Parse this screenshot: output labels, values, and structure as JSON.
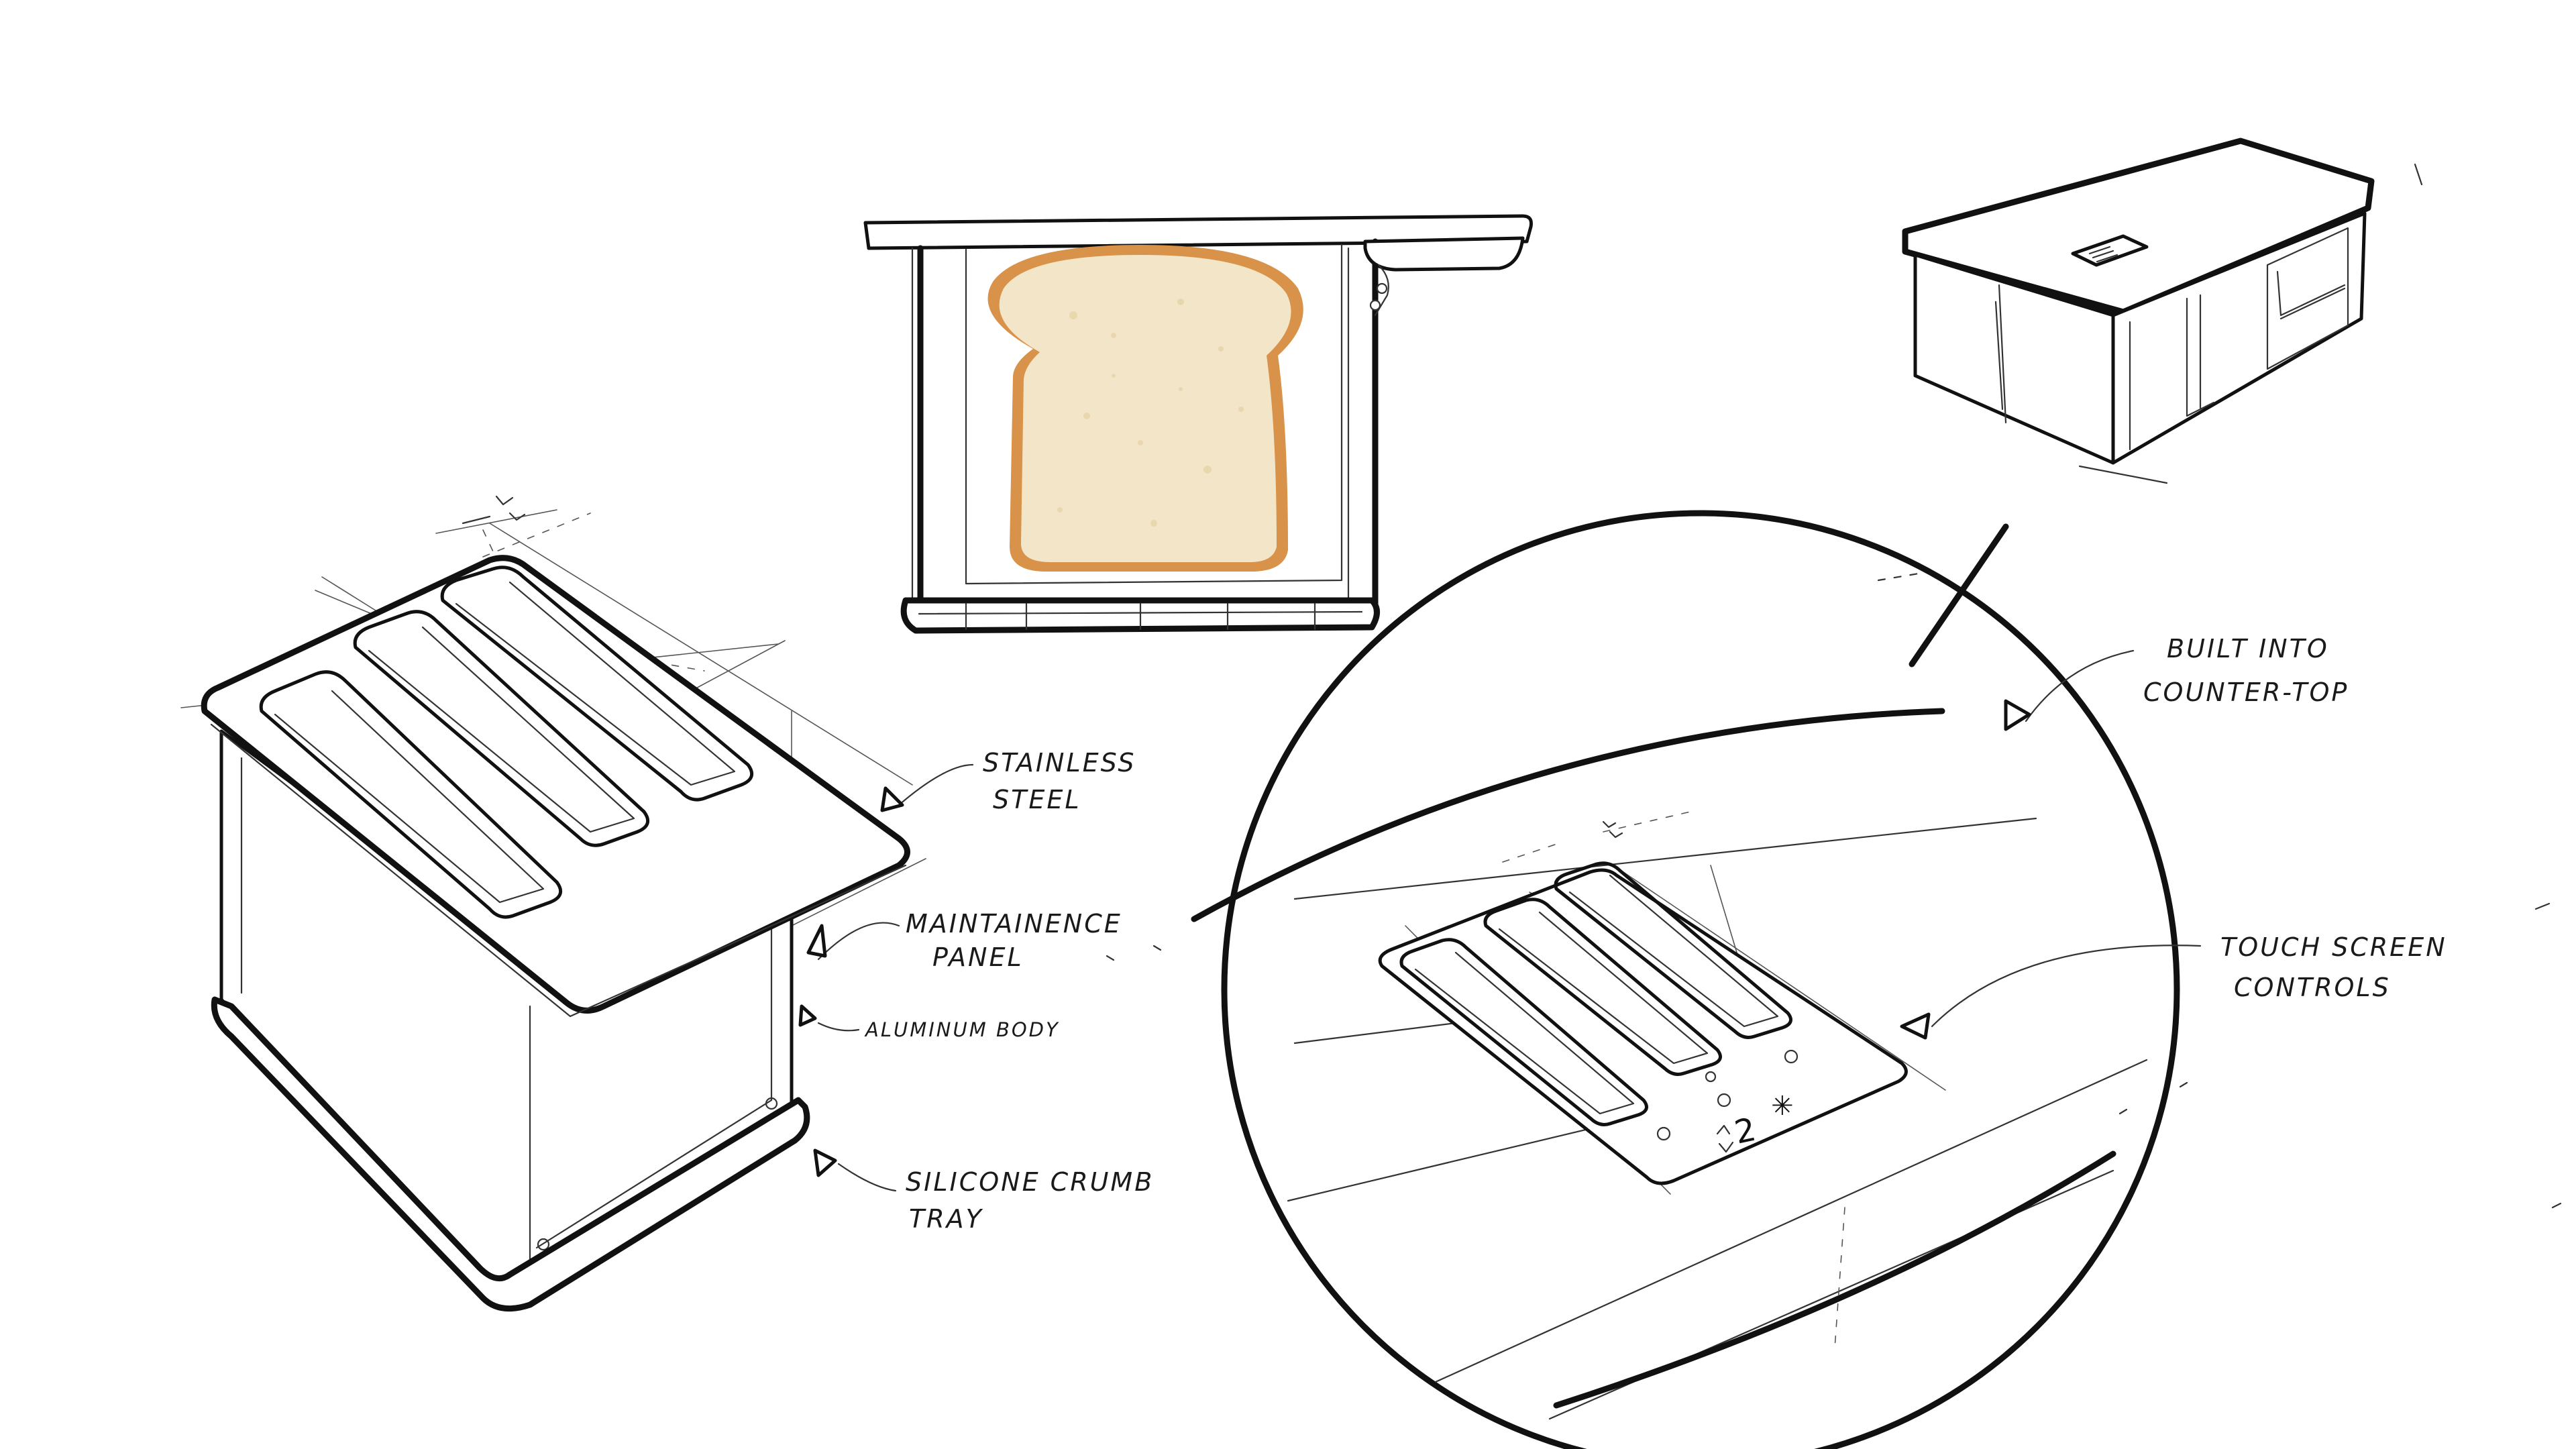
{
  "annotations": {
    "stainless_steel": [
      "STAINLESS",
      "STEEL"
    ],
    "maintenance_panel": [
      "MAINTAINENCE",
      "PANEL"
    ],
    "aluminum_body": "ALUMINUM BODY",
    "silicone_crumb_tray": [
      "SILICONE CRUMB",
      "TRAY"
    ],
    "built_into_counter": [
      "BUILT INTO",
      "COUNTER-TOP"
    ],
    "touch_screen_controls": [
      "TOUCH SCREEN",
      "CONTROLS"
    ]
  },
  "control_panel": {
    "slice_count": "2",
    "snowflake_icon": "✳"
  },
  "colors": {
    "ink": "#111111",
    "bread_crust": "#d9924a",
    "bread_crumb": "#f3e6c8",
    "background": "#ffffff"
  }
}
